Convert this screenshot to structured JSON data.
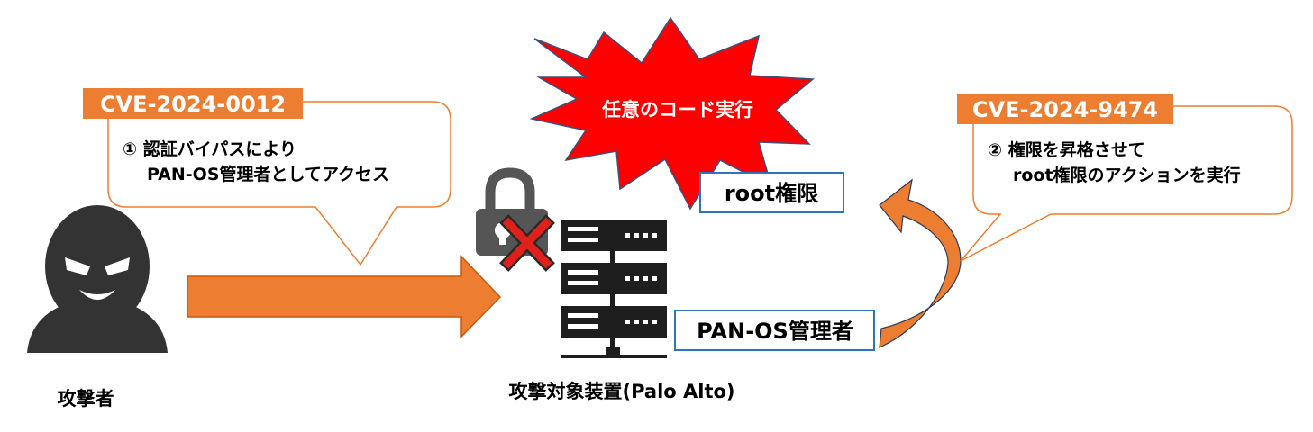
{
  "attacker": {
    "label": "攻撃者"
  },
  "target": {
    "label": "攻撃対象装置(Palo Alto)"
  },
  "callout_left": {
    "cve": "CVE-2024-0012",
    "line1": "① 認証バイパスにより",
    "line2": "PAN-OS管理者としてアクセス"
  },
  "callout_right": {
    "cve": "CVE-2024-9474",
    "line1": "② 権限を昇格させて",
    "line2": "root権限のアクションを実行"
  },
  "burst": {
    "label": "任意のコード実行"
  },
  "privilege_boxes": {
    "root": "root権限",
    "admin": "PAN-OS管理者"
  },
  "colors": {
    "orange": "#ED7D31",
    "dark_orange": "#C55A11",
    "burst_red": "#FF0000",
    "box_blue": "#2E75B6",
    "cross_red": "#E0201B",
    "icon_dark": "#333333",
    "lock_gray": "#555555",
    "server_black": "#1E1E1E"
  },
  "icons": {
    "attacker": "masked-attacker-icon",
    "server": "server-rack-icon",
    "lock": "broken-lock-icon"
  }
}
